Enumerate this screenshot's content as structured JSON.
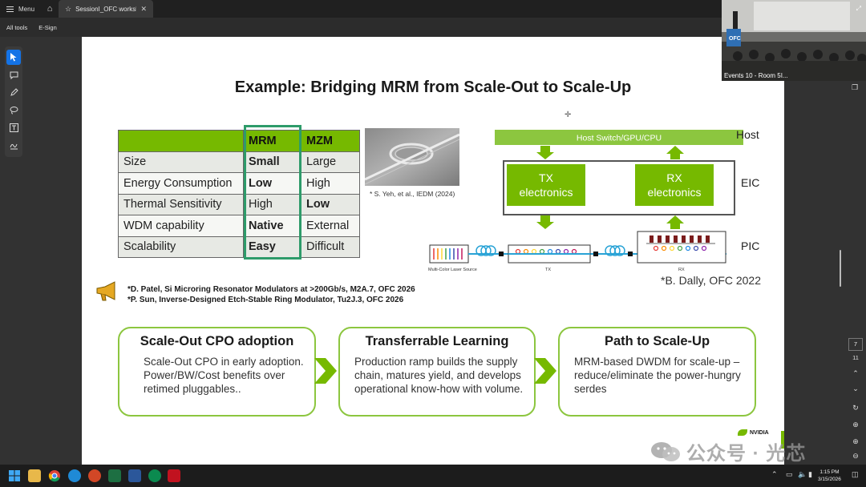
{
  "app": {
    "menu_label": "Menu",
    "tab_title": "SessionI_OFC workshop...",
    "tools": [
      "All tools",
      "E-Sign"
    ],
    "page_current": "7",
    "page_total": "11"
  },
  "slide": {
    "title": "Example: Bridging MRM from Scale-Out to Scale-Up",
    "table": {
      "headers": [
        "",
        "MRM",
        "MZM"
      ],
      "rows": [
        [
          "Size",
          "Small",
          "Large"
        ],
        [
          "Energy Consumption",
          "Low",
          "High"
        ],
        [
          "Thermal Sensitivity",
          "High",
          "Low"
        ],
        [
          "WDM capability",
          "Native",
          "External"
        ],
        [
          "Scalability",
          "Easy",
          "Difficult"
        ]
      ]
    },
    "photo_caption": "* S. Yeh, et al., IEDM (2024)",
    "diagram": {
      "host_bar": "Host Switch/GPU/CPU",
      "tx": [
        "TX",
        "electronics"
      ],
      "rx": [
        "RX",
        "electronics"
      ],
      "labels": {
        "host": "Host",
        "eic": "EIC",
        "pic": "PIC"
      },
      "laser_label": "Multi-Color Laser Source",
      "tx_small": "TX",
      "rx_small": "RX"
    },
    "refs": [
      "*D. Patel, Si Microring Resonator Modulators at >200Gb/s, M2A.7, OFC 2026",
      "*P. Sun, Inverse-Designed Etch-Stable Ring Modulator, Tu2J.3, OFC 2026"
    ],
    "dally_ref": "*B. Dally, OFC 2022",
    "cards": [
      {
        "title": "Scale-Out CPO adoption",
        "body": "Scale-Out CPO in early adoption. Power/BW/Cost benefits over retimed pluggables.."
      },
      {
        "title": "Transferrable Learning",
        "body": "Production ramp builds the supply chain, matures yield, and develops operational know-how with volume."
      },
      {
        "title": "Path to Scale-Up",
        "body": "MRM-based DWDM for scale-up – reduce/eliminate the power-hungry serdes"
      }
    ],
    "brand": "NVIDIA",
    "colors": {
      "nvidia_green": "#76b900",
      "card_border": "#8cc63f",
      "highlight_box": "#2e9b6a"
    }
  },
  "video": {
    "label": "Events 10 - Room 5I...",
    "sign": "OFC"
  },
  "watermark": "公众号 · 光芯",
  "taskbar": {
    "time": "1:15 PM",
    "date": "3/15/2026"
  }
}
